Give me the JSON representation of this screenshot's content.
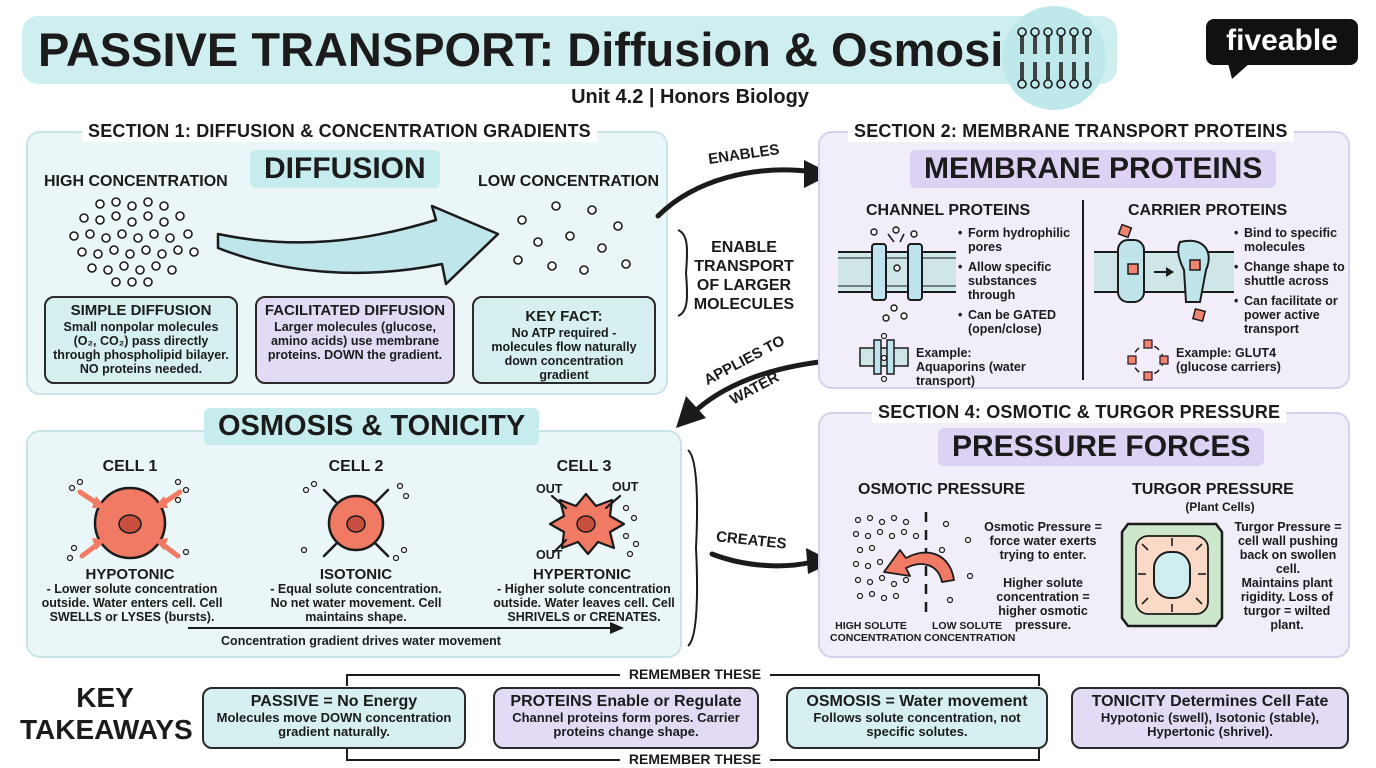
{
  "header": {
    "title": "PASSIVE TRANSPORT: Diffusion & Osmosis",
    "subtitle": "Unit 4.2 | Honors Biology",
    "brand": "fiveable",
    "icon": "phospholipid-bilayer-icon"
  },
  "section1": {
    "heading": "SECTION 1: DIFFUSION & CONCENTRATION GRADIENTS",
    "label": "DIFFUSION",
    "high": "HIGH CONCENTRATION",
    "low": "LOW CONCENTRATION",
    "simple": {
      "title": "SIMPLE DIFFUSION",
      "body": "Small nonpolar molecules (O₂, CO₂) pass directly through phospholipid bilayer. NO proteins needed."
    },
    "facilitated": {
      "title": "FACILITATED DIFFUSION",
      "body": "Larger molecules (glucose, amino acids) use membrane proteins. DOWN the gradient."
    },
    "keyfact": {
      "title": "KEY FACT:",
      "body": "No ATP required - molecules flow naturally down concentration gradient"
    }
  },
  "connectors": {
    "enables": "ENABLES",
    "enable_transport": "ENABLE TRANSPORT OF LARGER MOLECULES",
    "applies_to": "APPLIES TO",
    "water": "WATER",
    "creates": "CREATES"
  },
  "section2": {
    "heading": "SECTION 2: MEMBRANE TRANSPORT PROTEINS",
    "label": "MEMBRANE PROTEINS",
    "channel": {
      "title": "CHANNEL PROTEINS",
      "bullets": [
        "Form hydrophilic pores",
        "Allow specific substances through",
        "Can be GATED (open/close)"
      ],
      "example": "Example: Aquaporins (water transport)"
    },
    "carrier": {
      "title": "CARRIER PROTEINS",
      "bullets": [
        "Bind to specific molecules",
        "Change shape to shuttle across",
        "Can facilitate or power active transport"
      ],
      "example": "Example: GLUT4 (glucose carriers)"
    }
  },
  "section3": {
    "label": "OSMOSIS & TONICITY",
    "cells": [
      {
        "name": "CELL 1",
        "type": "HYPOTONIC",
        "desc": "- Lower solute concentration outside. Water enters cell. Cell SWELLS or LYSES (bursts)."
      },
      {
        "name": "CELL 2",
        "type": "ISOTONIC",
        "desc": "- Equal solute concentration. No net water movement. Cell maintains shape."
      },
      {
        "name": "CELL 3",
        "type": "HYPERTONIC",
        "desc": "- Higher solute concentration outside. Water leaves cell. Cell SHRIVELS or CRENATES."
      }
    ],
    "out_label": "OUT",
    "gradient_note": "Concentration gradient drives water movement"
  },
  "section4": {
    "heading": "SECTION 4: OSMOTIC & TURGOR PRESSURE",
    "label": "PRESSURE FORCES",
    "osmotic": {
      "title": "OSMOTIC PRESSURE",
      "def": "Osmotic Pressure = force water exerts trying to enter.",
      "note": "Higher solute concentration = higher osmotic pressure.",
      "high": "HIGH SOLUTE CONCENTRATION",
      "low": "LOW SOLUTE CONCENTRATION"
    },
    "turgor": {
      "title": "TURGOR PRESSURE",
      "sub": "(Plant Cells)",
      "def": "Turgor Pressure = cell wall pushing back on swollen cell.",
      "note": "Maintains plant rigidity. Loss of turgor = wilted plant."
    }
  },
  "takeaways": {
    "heading": "KEY TAKEAWAYS",
    "remember": "REMEMBER THESE",
    "items": [
      {
        "title": "PASSIVE = No Energy",
        "body": "Molecules move DOWN concentration gradient naturally."
      },
      {
        "title": "PROTEINS Enable or Regulate",
        "body": "Channel proteins form pores. Carrier proteins change shape."
      },
      {
        "title": "OSMOSIS = Water movement",
        "body": "Follows solute concentration, not specific solutes."
      },
      {
        "title": "TONICITY Determines Cell Fate",
        "body": "Hypotonic (swell), Isotonic (stable), Hypertonic (shrivel)."
      }
    ]
  },
  "colors": {
    "teal_panel": "#eaf6f7",
    "teal_box": "#d6eff1",
    "lavender_panel": "#f1edf9",
    "lavender_box": "#e3daf5",
    "cell_red": "#f07a64",
    "brand_bg": "#111111"
  }
}
